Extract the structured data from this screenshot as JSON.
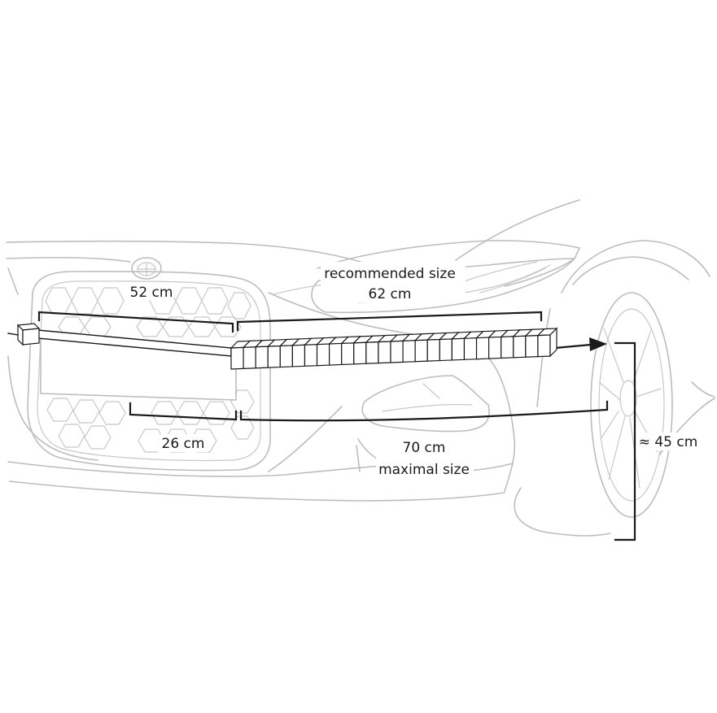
{
  "labels": {
    "recommended_title": "recommended size",
    "recommended_value": "62 cm",
    "grille_width": "52 cm",
    "grille_lower": "26 cm",
    "maximal_value": "70 cm",
    "maximal_title": "maximal size",
    "height": "≈ 45 cm"
  },
  "colors": {
    "outline": "#bdbdbd",
    "dimension": "#1a1a1a",
    "background": "#ffffff"
  }
}
